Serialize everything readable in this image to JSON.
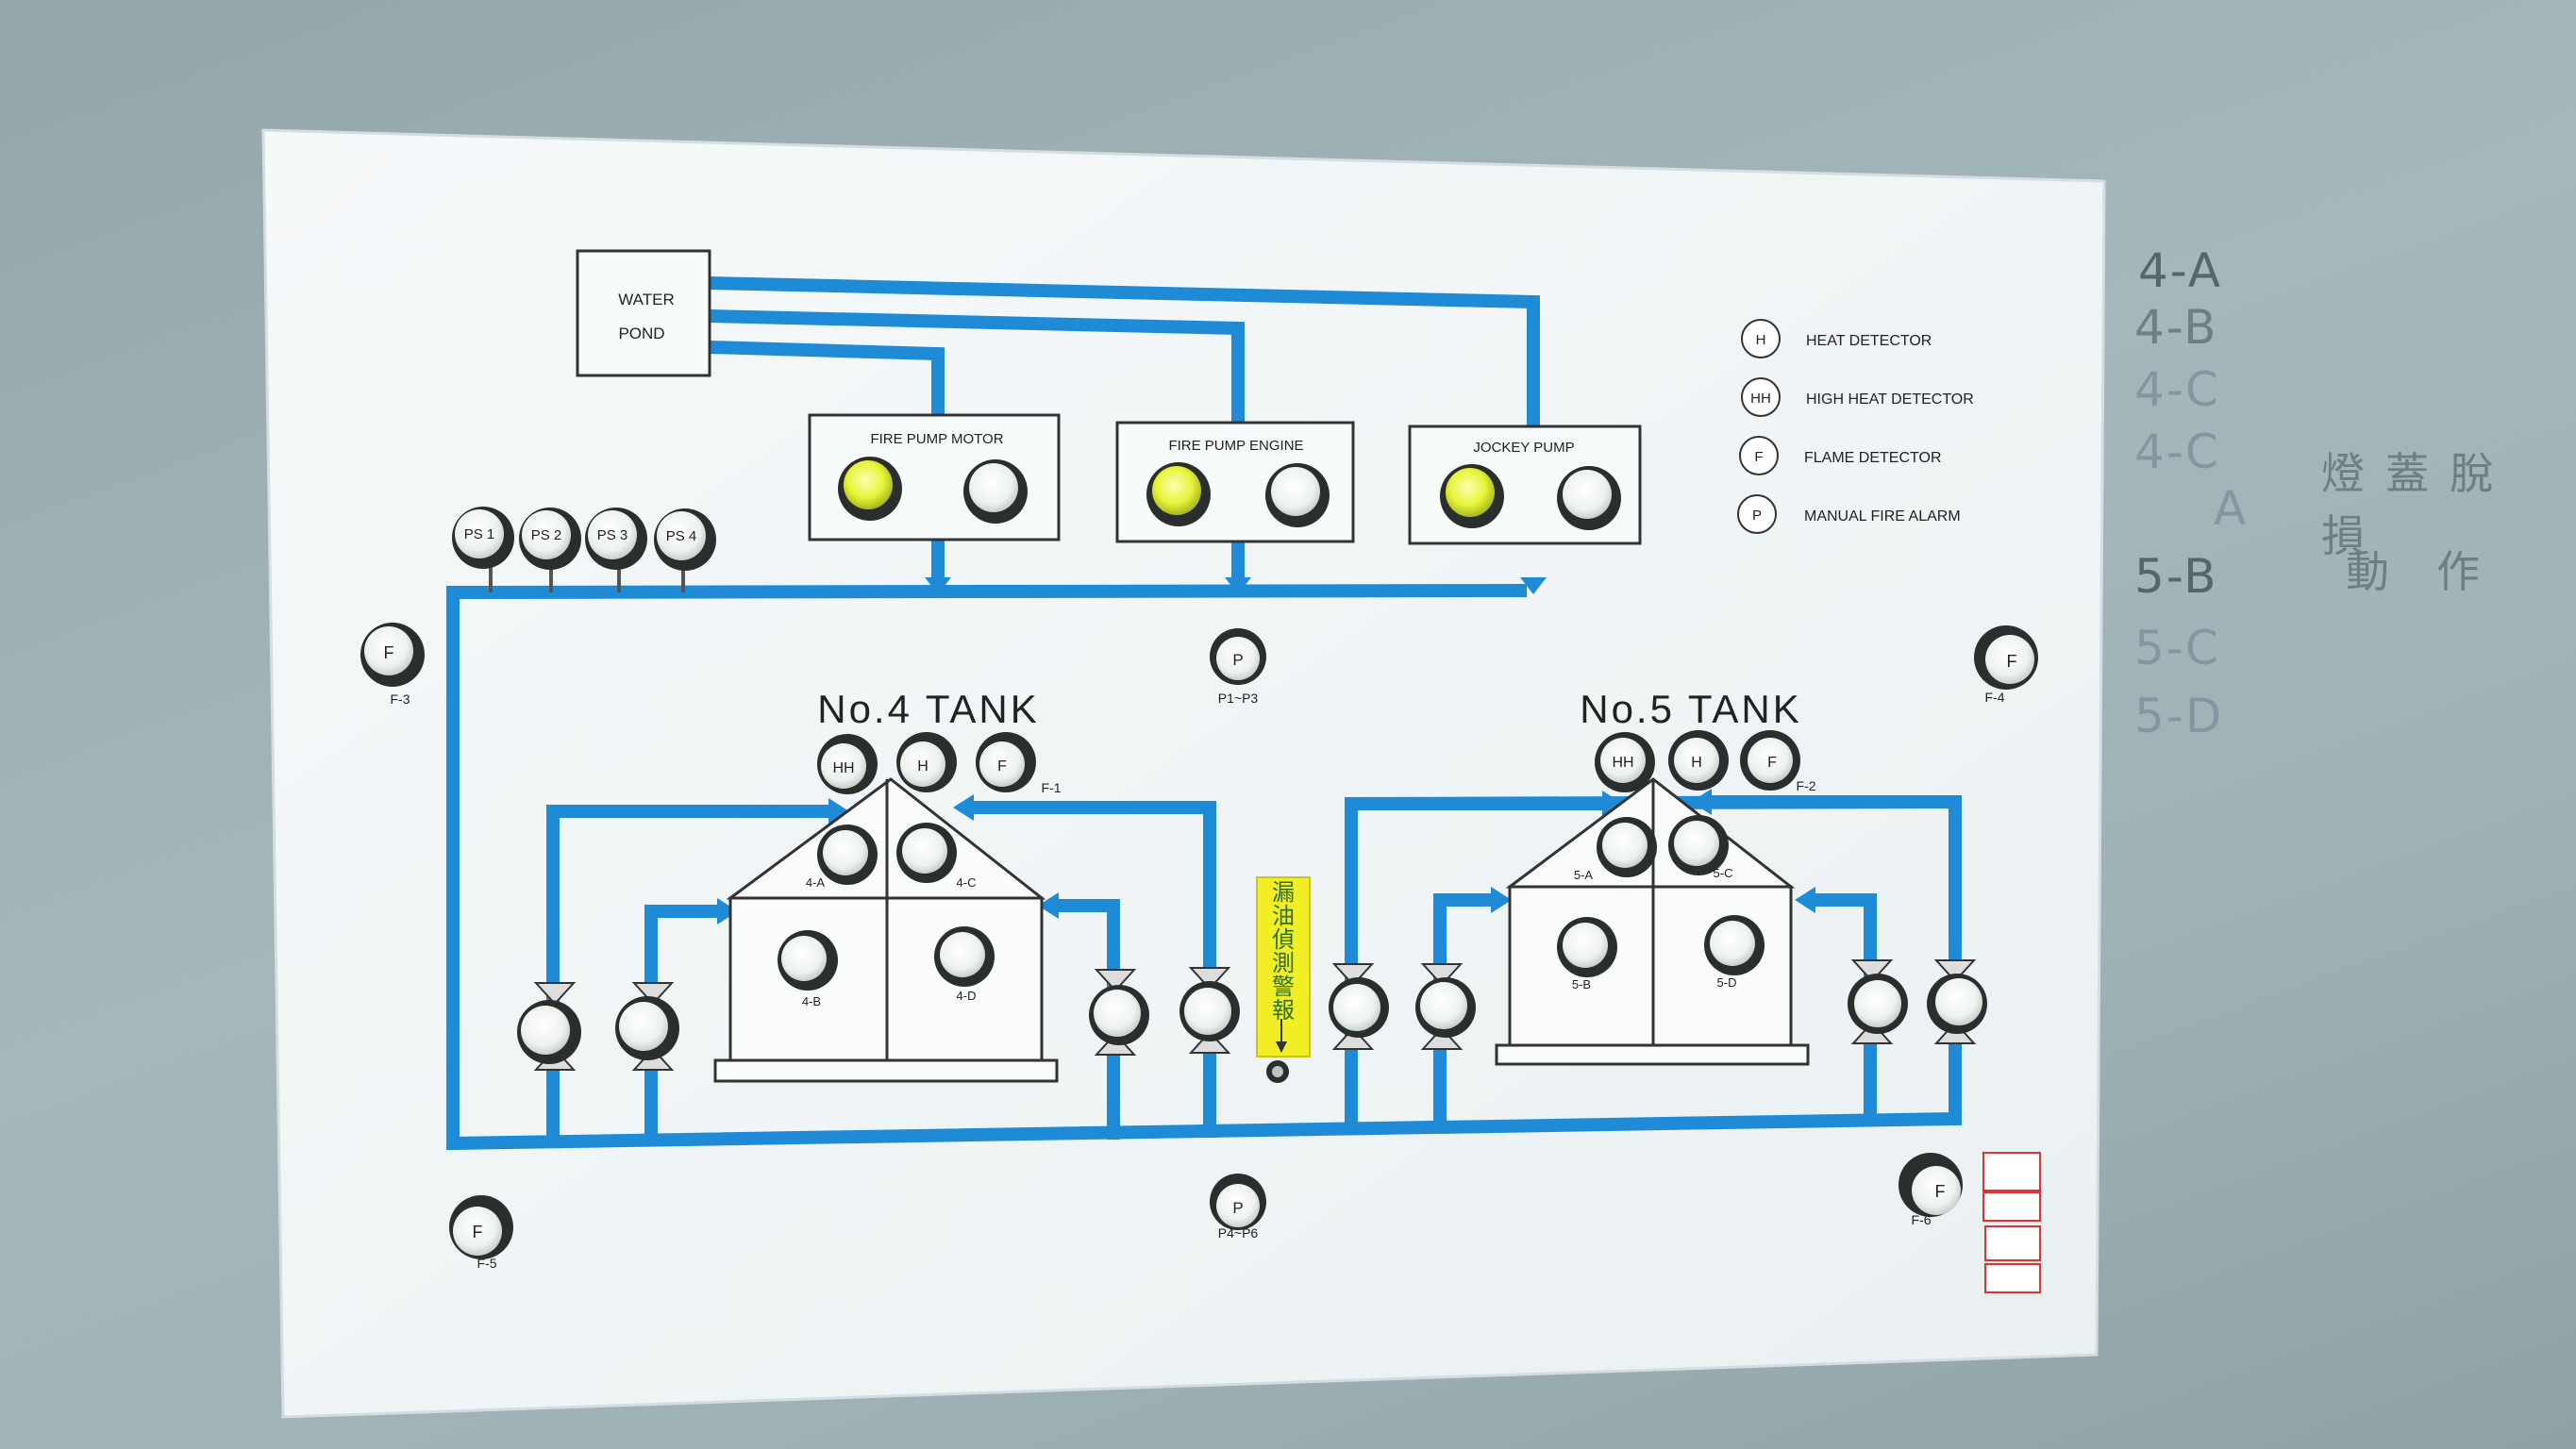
{
  "panel": {
    "water_pond": [
      "WATER",
      "POND"
    ],
    "pumps": [
      {
        "label": "FIRE PUMP MOTOR"
      },
      {
        "label": "FIRE PUMP ENGINE"
      },
      {
        "label": "JOCKEY  PUMP"
      }
    ],
    "pressure_switches": [
      "PS 1",
      "PS 2",
      "PS 3",
      "PS 4"
    ],
    "tank4": {
      "title": "No.4 TANK",
      "top_detectors": [
        "HH",
        "H",
        "F"
      ],
      "flame_tag": "F-1",
      "sensors": [
        "4-A",
        "4-C",
        "4-B",
        "4-D"
      ]
    },
    "tank5": {
      "title": "No.5 TANK",
      "top_detectors": [
        "HH",
        "H",
        "F"
      ],
      "flame_tag": "F-2",
      "sensors": [
        "5-A",
        "5-C",
        "5-B",
        "5-D"
      ]
    },
    "flame_detectors": {
      "f3": {
        "symbol": "F",
        "tag": "F-3"
      },
      "f4": {
        "symbol": "F",
        "tag": "F-4"
      },
      "f5": {
        "symbol": "F",
        "tag": "F-5"
      },
      "f6": {
        "symbol": "F",
        "tag": "F-6"
      }
    },
    "manual_alarms": {
      "top": {
        "symbol": "P",
        "tag": "P1~P3"
      },
      "bottom": {
        "symbol": "P",
        "tag": "P4~P6"
      }
    },
    "leak_alarm_label": "漏油偵測警報",
    "legend": [
      {
        "symbol": "H",
        "text": "HEAT DETECTOR"
      },
      {
        "symbol": "HH",
        "text": "HIGH HEAT DETECTOR"
      },
      {
        "symbol": "F",
        "text": "FLAME DETECTOR"
      },
      {
        "symbol": "P",
        "text": "MANUAL FIRE ALARM"
      }
    ]
  },
  "wall_notes": {
    "codes": [
      "4-A",
      "4-B",
      "4-C",
      "4-C",
      "A",
      "5-B",
      "5-C",
      "5-D"
    ],
    "chinese": [
      "燈蓋脫損",
      "動作"
    ]
  },
  "colors": {
    "pipe": "#1f8bd6",
    "lamp_on": "#e6f53a",
    "alarm_tag": "#f1ee25",
    "wall": "#9fb2b6"
  }
}
